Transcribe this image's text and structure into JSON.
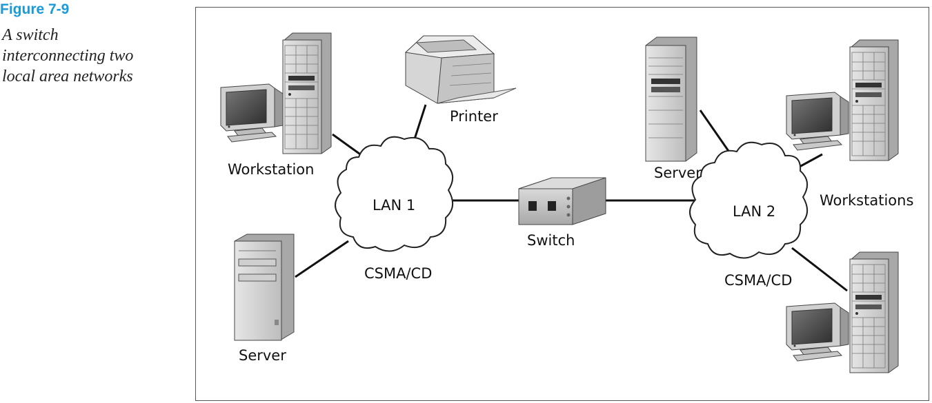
{
  "caption": {
    "figure_number": "Figure 7-9",
    "lines": [
      "A switch",
      "interconnecting two",
      "local area networks"
    ]
  },
  "labels": {
    "workstation": "Workstation",
    "printer": "Printer",
    "server_left": "Server",
    "lan1": "LAN 1",
    "csma_left": "CSMA/CD",
    "switch": "Switch",
    "server_right": "Server",
    "lan2": "LAN 2",
    "workstations": "Workstations",
    "csma_right": "CSMA/CD"
  },
  "colors": {
    "caption_accent": "#1a9ad6",
    "device_gray": "#c9c9c9",
    "line": "#111111"
  }
}
